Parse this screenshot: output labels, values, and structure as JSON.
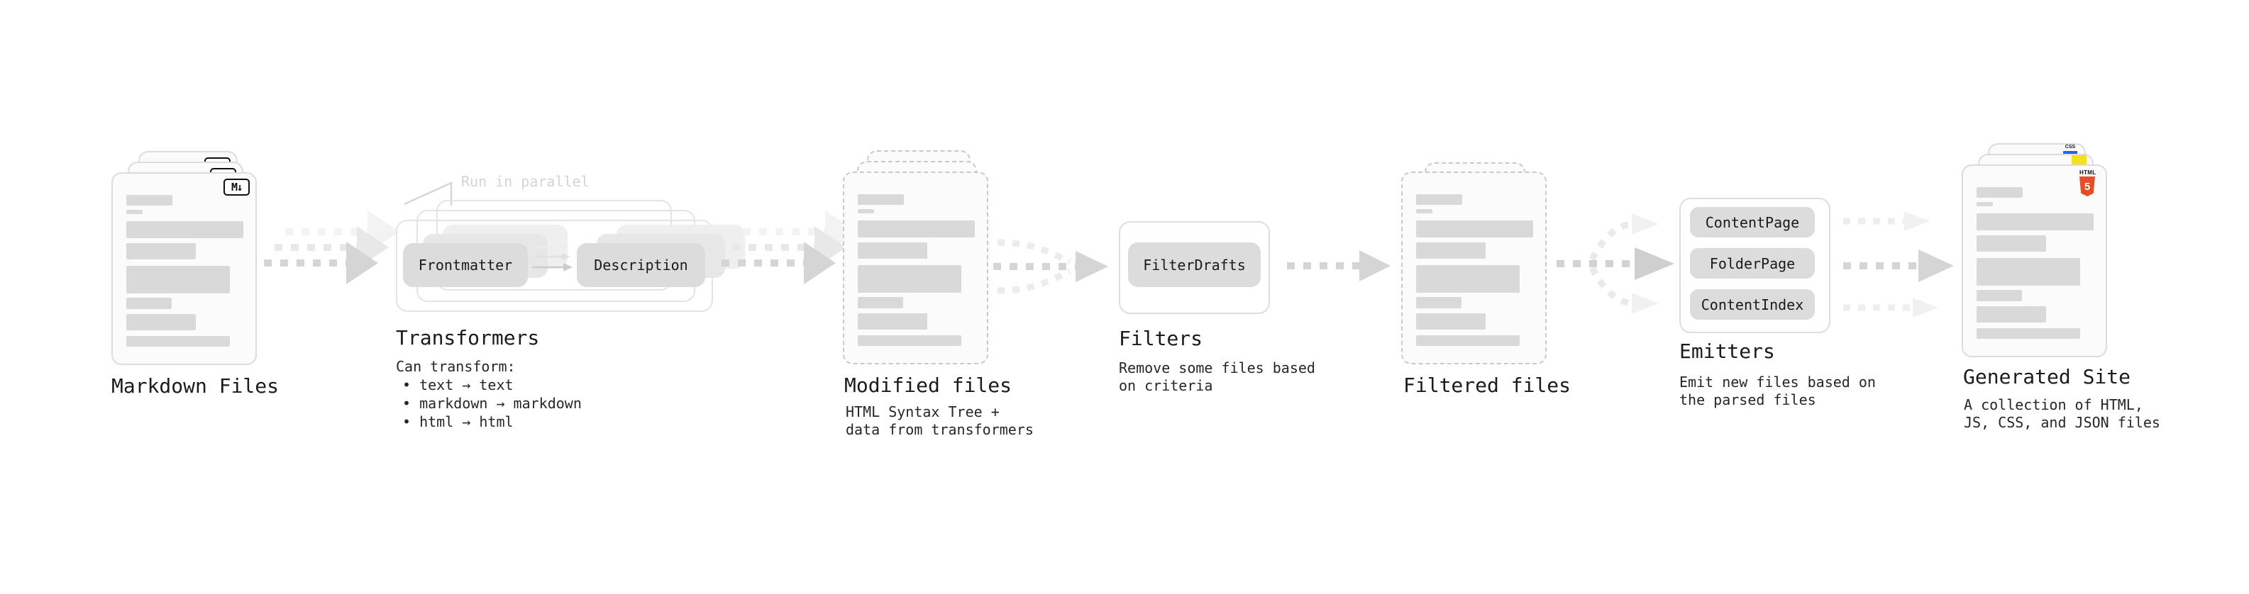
{
  "nodes": {
    "markdown_files": {
      "title": "Markdown Files",
      "file_icon": "M↓"
    },
    "transformers": {
      "title": "Transformers",
      "callout": "Run in parallel",
      "chips": [
        "Frontmatter",
        "Description"
      ],
      "desc_heading": "Can transform:",
      "bullets": [
        "• text → text",
        "• markdown → markdown",
        "• html → html"
      ]
    },
    "modified_files": {
      "title": "Modified files",
      "description": "HTML Syntax Tree +\ndata from transformers"
    },
    "filters": {
      "title": "Filters",
      "chips": [
        "FilterDrafts"
      ],
      "description": "Remove some files based\non criteria"
    },
    "filtered_files": {
      "title": "Filtered files"
    },
    "emitters": {
      "title": "Emitters",
      "chips": [
        "ContentPage",
        "FolderPage",
        "ContentIndex"
      ],
      "description": "Emit new files based on\nthe parsed files"
    },
    "generated_site": {
      "title": "Generated Site",
      "description": "A collection of HTML,\nJS, CSS, and JSON files",
      "badges": {
        "css_label": "CSS",
        "html_label": "HTML",
        "html_number": "5"
      }
    }
  },
  "colors": {
    "arrow_main": "#d5d5d5",
    "arrow_ghost": "#ededed",
    "card_border": "#dcdcdc",
    "bar_fill": "#d9d9d9",
    "chip_fill": "#dcdcdc",
    "css_blue": "#2764e8",
    "js_yellow": "#f5df1e",
    "html5_orange": "#e54d26"
  }
}
